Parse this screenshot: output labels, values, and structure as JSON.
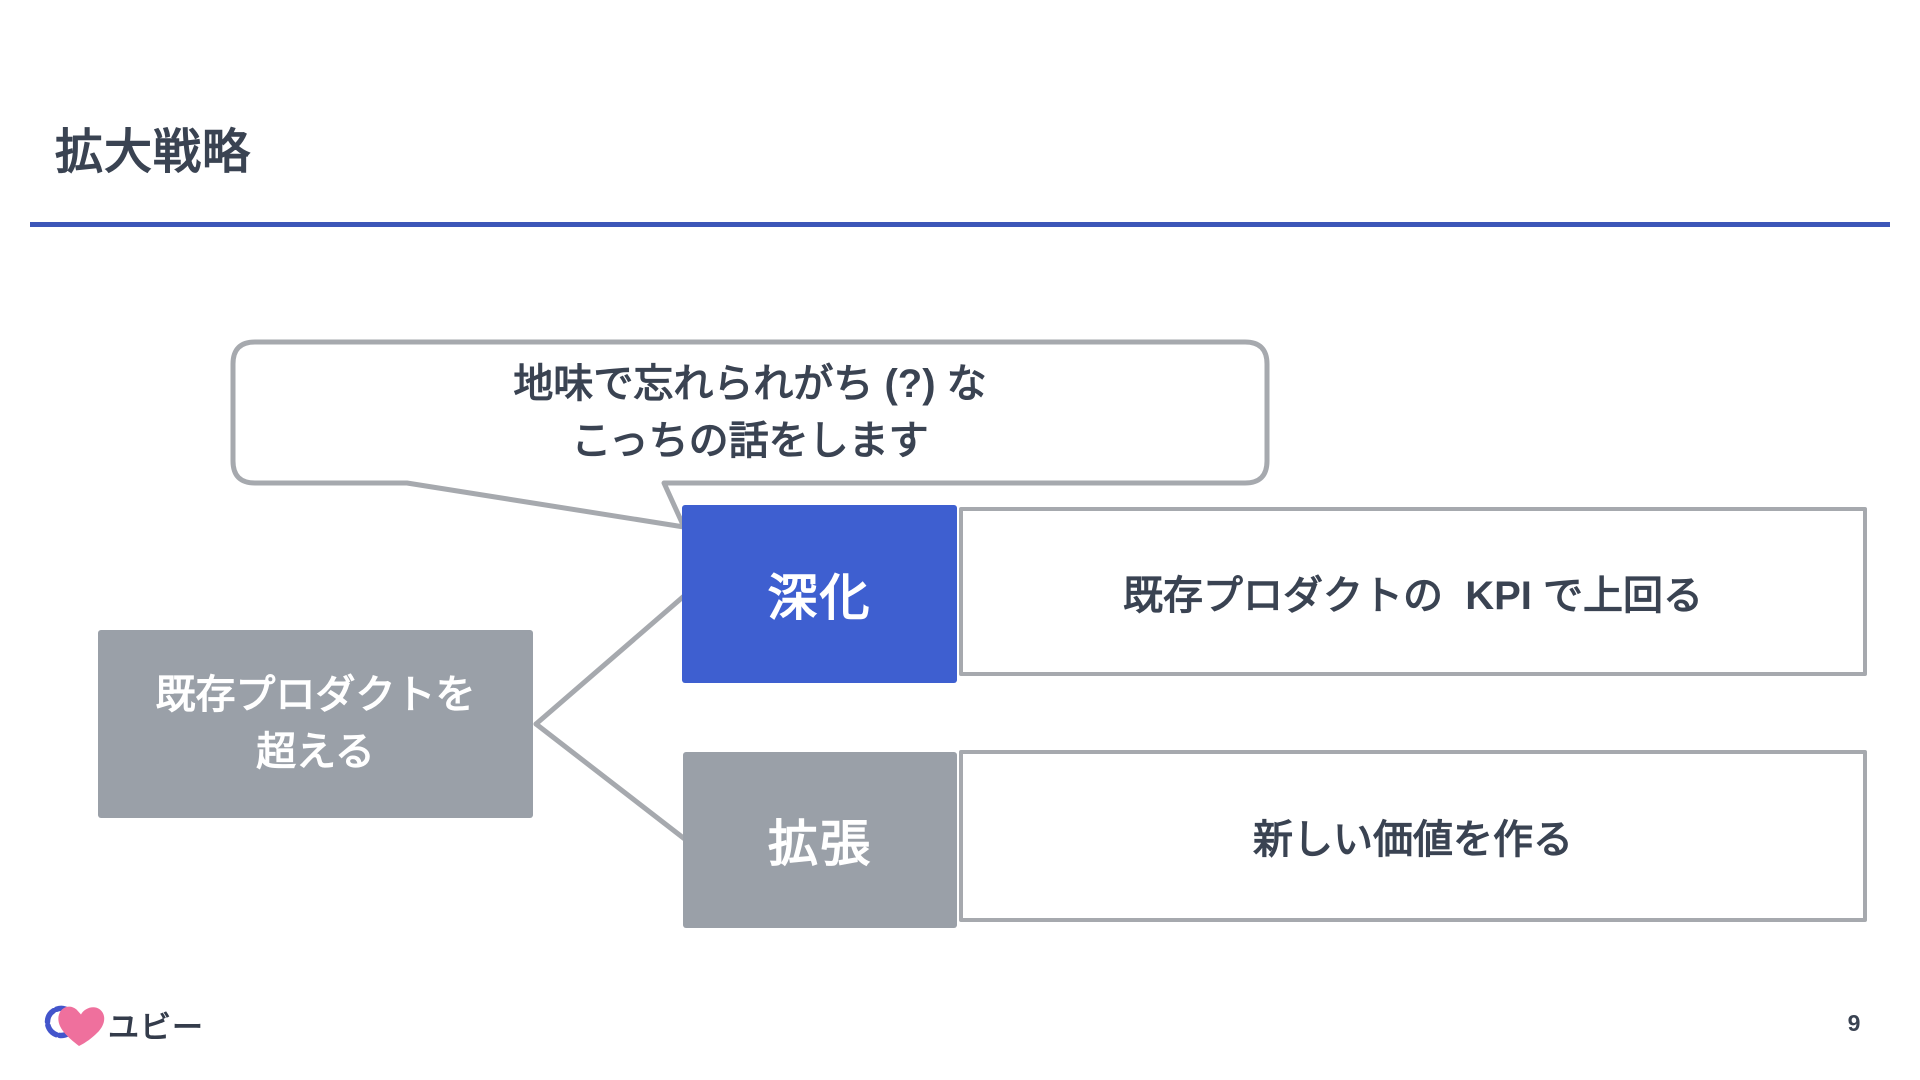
{
  "slide": {
    "title": "拡大戦略"
  },
  "speech_bubble": {
    "line1": "地味で忘れられがち (?) な",
    "line2": "こっちの話をします"
  },
  "source_node": {
    "line1": "既存プロダクトを",
    "line2": "超える"
  },
  "rows": [
    {
      "label": "深化",
      "description": "既存プロダクトの  KPI で上回る"
    },
    {
      "label": "拡張",
      "description": "新しい価値を作る"
    }
  ],
  "footer": {
    "logo_text": "ユビー",
    "logo_icon": "heart-with-ring",
    "page_number": "9"
  },
  "colors": {
    "accent_blue": "#3e5fd0",
    "node_gray": "#9aa0a8",
    "outline_gray": "#a6a9ae",
    "text_dark": "#3a4352",
    "rule_blue": "#3c56b8",
    "logo_pink": "#ef709d",
    "logo_ring_blue": "#4355cb",
    "background": "#ffffff"
  }
}
